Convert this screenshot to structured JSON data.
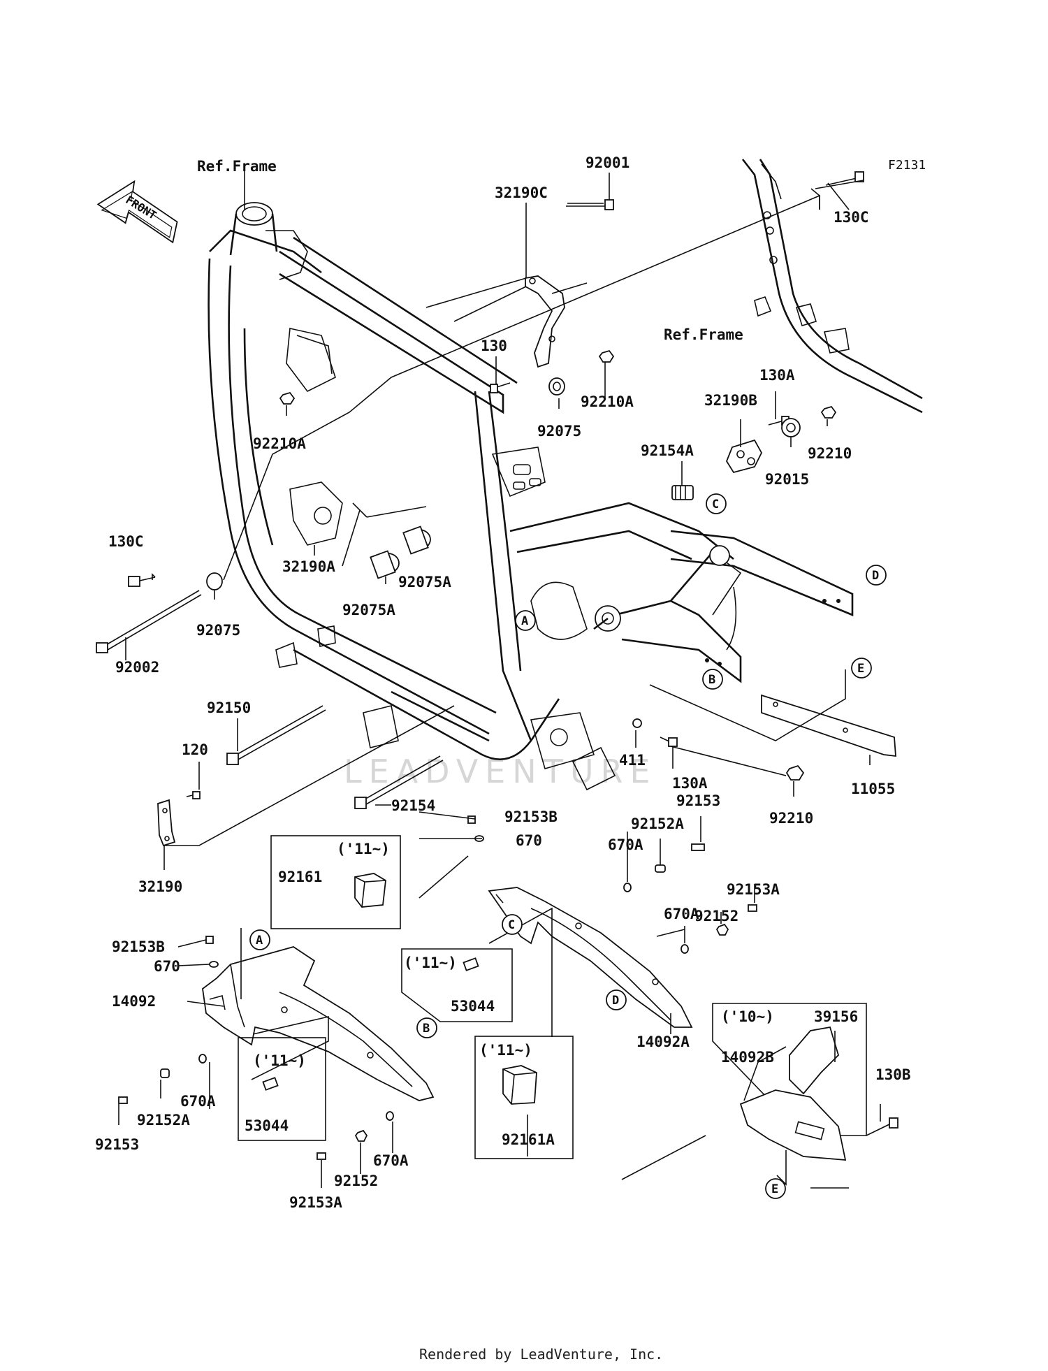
{
  "diagram": {
    "figure_code": "F2131",
    "front_label": "FRONT",
    "ref_labels": [
      "Ref.Frame",
      "Ref.Frame"
    ],
    "part_labels": [
      "92001",
      "130C",
      "32190C",
      "130",
      "92210A",
      "92075",
      "92210A",
      "130A",
      "32190B",
      "92154A",
      "92210",
      "92015",
      "130C",
      "32190A",
      "92075A",
      "92075A",
      "92075",
      "92002",
      "92150",
      "120",
      "411",
      "130A",
      "92154",
      "11055",
      "92210",
      "32190",
      "92153B",
      "670",
      "670A",
      "92152A",
      "92153",
      "92153A",
      "92152",
      "670A",
      "92161",
      "92153B",
      "670",
      "14092",
      "53044",
      "14092A",
      "39156",
      "14092B",
      "130B",
      "92161A",
      "670A",
      "92152A",
      "92153",
      "53044",
      "670A",
      "92152",
      "92153A"
    ],
    "year_notes": [
      "('11~)",
      "('11~)",
      "('11~)",
      "('11~)",
      "('10~)"
    ],
    "callouts": [
      "A",
      "B",
      "C",
      "D",
      "E",
      "A",
      "B",
      "C",
      "D",
      "E"
    ]
  },
  "watermark": "LEADVENTURE",
  "footer": "Rendered by LeadVenture, Inc."
}
